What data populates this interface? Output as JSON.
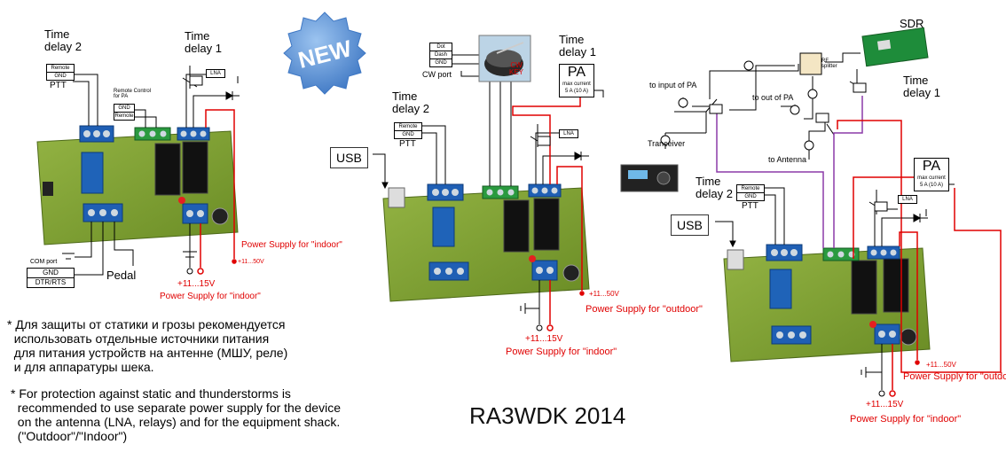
{
  "badge": {
    "new": "NEW"
  },
  "labels": {
    "time_delay_2": "Time\ndelay 2",
    "time_delay_1": "Time\ndelay 1",
    "ptt": "PTT",
    "remote": "Remote",
    "gnd": "GND",
    "lna": "LNA",
    "pedal": "Pedal",
    "com_port": "COM port",
    "dtr_rts": "DTR/RTS",
    "remote_control_pa": "Remote Control\nfor PA",
    "cw_port": "CW port",
    "dot": "Dot",
    "dash": "Dash",
    "cw_key": "CW\nKEY",
    "usb": "USB",
    "pa": "PA",
    "max_current": "max current",
    "pa_current": "5 A (10 A)",
    "sdr": "SDR",
    "rf_splitter": "RF\nsplitter",
    "to_input_pa": "to input of PA",
    "to_out_pa": "to out of PA",
    "tranceiver": "Tranceiver",
    "to_antenna": "to Antenna",
    "v_indoor": "+11...15V",
    "v_outdoor": "+11...50V",
    "ps_indoor": "Power Supply for \"indoor\"",
    "ps_outdoor": "Power Supply for \"outdoor\"",
    "ps_indoor_left": "Power Supply for \"indoor\""
  },
  "notes": {
    "ru": "* Для защиты от статики и грозы рекомендуется\n  использовать отдельные источники питания\n  для питания устройств на антенне (МШУ, реле)\n  и для аппаратуры шека.",
    "en": "* For protection against static and thunderstorms is\n  recommended to use separate power supply for the device\n  on the antenna (LNA, relays) and for the equipment shack.\n  (\"Outdoor\"/\"Indoor\")"
  },
  "credit": "RA3WDK 2014",
  "colors": {
    "board": "#7c9f32",
    "board_edge": "#5f7d22",
    "relay": "#101010",
    "terminal": "#1e5fb4",
    "red_wire": "#e00000",
    "purple_wire": "#8b3aa8",
    "badge": "#5b8fd0"
  }
}
